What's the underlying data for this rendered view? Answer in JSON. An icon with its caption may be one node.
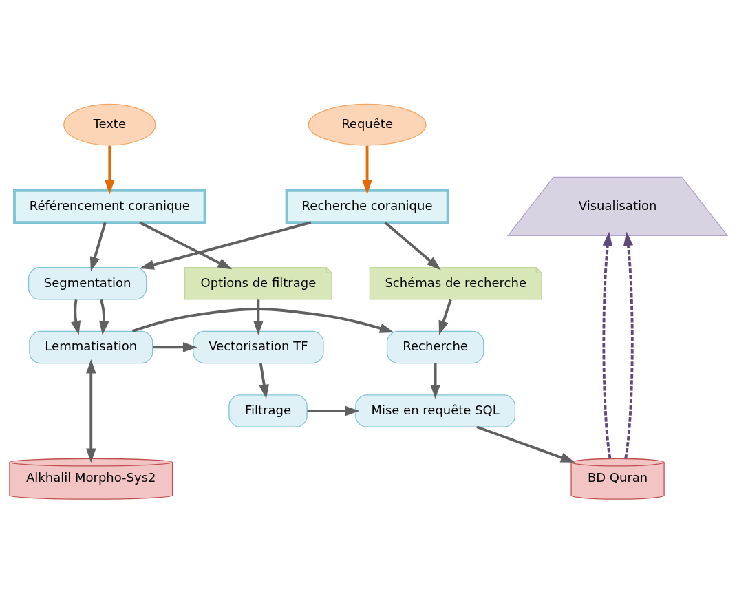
{
  "diagram": {
    "nodes": [
      {
        "text": [
          "Texte"
        ]
      },
      {
        "text": [
          "Requête"
        ]
      },
      {
        "text": [
          "Référencement coranique"
        ]
      },
      {
        "text": [
          "Visualisation"
        ]
      },
      {
        "text": [
          "Recherche coranique"
        ]
      },
      {
        "text": [
          "Options de filtrage"
        ]
      },
      {
        "text": [
          "Segmentation"
        ]
      },
      {
        "text": [
          "Schémas de recherche"
        ]
      },
      {
        "text": [
          "Vectorisation TF"
        ]
      },
      {
        "text": [
          "Lemmatisation"
        ]
      },
      {
        "text": [
          "Recherche"
        ]
      },
      {
        "text": [
          "Filtrage"
        ]
      },
      {
        "text": [
          "Mise en requête SQL"
        ]
      },
      {
        "text": [
          "BD Quran"
        ]
      },
      {
        "text": [
          "Alkhalil Morpho-Sys2"
        ]
      }
    ],
    "edges": [
      {
        "from": 0,
        "to": 2,
        "arrow": "to",
        "color": "#e36c09"
      },
      {
        "from": 1,
        "to": 4,
        "arrow": "to",
        "color": "#e36c09"
      },
      {
        "from": 2,
        "to": 5,
        "arrow": "to"
      },
      {
        "from": 4,
        "to": 7,
        "arrow": "to"
      },
      {
        "from": 2,
        "to": 6,
        "arrow": "to"
      },
      {
        "from": 4,
        "to": 6,
        "arrow": "to"
      },
      {
        "from": 13,
        "to": 3,
        "arrow": "to",
        "style": "dashed",
        "color": "#5f497a"
      },
      {
        "from": 13,
        "to": 3,
        "arrow": "to",
        "style": "dashed",
        "color": "#5f497a"
      },
      {
        "from": 6,
        "to": 9,
        "arrow": "to"
      },
      {
        "from": 6,
        "to": 9,
        "arrow": "to"
      },
      {
        "from": 5,
        "to": 8,
        "arrow": "to"
      },
      {
        "from": 7,
        "to": 10,
        "arrow": "to"
      },
      {
        "from": 9,
        "to": 8,
        "arrow": "to"
      },
      {
        "from": 9,
        "to": 10,
        "arrow": "to"
      },
      {
        "from": 8,
        "to": 11,
        "arrow": "to"
      },
      {
        "from": 11,
        "to": 12,
        "arrow": "to"
      },
      {
        "from": 10,
        "to": 12,
        "arrow": "to"
      },
      {
        "from": 12,
        "to": 13,
        "arrow": "to"
      },
      {
        "from": 9,
        "to": 14,
        "arrow": "both"
      }
    ]
  }
}
